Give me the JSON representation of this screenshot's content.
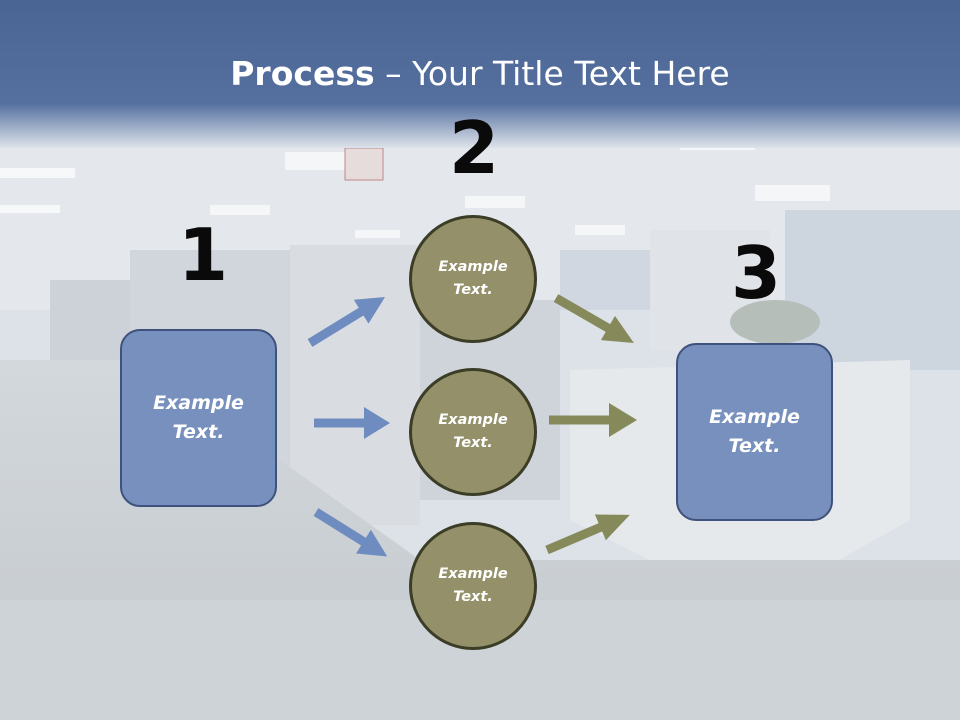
{
  "title": {
    "bold": "Process",
    "rest": " – Your Title Text Here"
  },
  "steps": [
    {
      "number": "1",
      "line1": "Example",
      "line2": "Text."
    },
    {
      "number": "2"
    },
    {
      "number": "3",
      "line1": "Example",
      "line2": "Text."
    }
  ],
  "circles": [
    {
      "line1": "Example",
      "line2": "Text."
    },
    {
      "line1": "Example",
      "line2": "Text."
    },
    {
      "line1": "Example",
      "line2": "Text."
    }
  ],
  "colors": {
    "header": "#48659a",
    "box_fill": "#7890bd",
    "circle_fill": "#94916a",
    "arrow_blue": "#6f8cc0",
    "arrow_olive": "#868a5a"
  }
}
